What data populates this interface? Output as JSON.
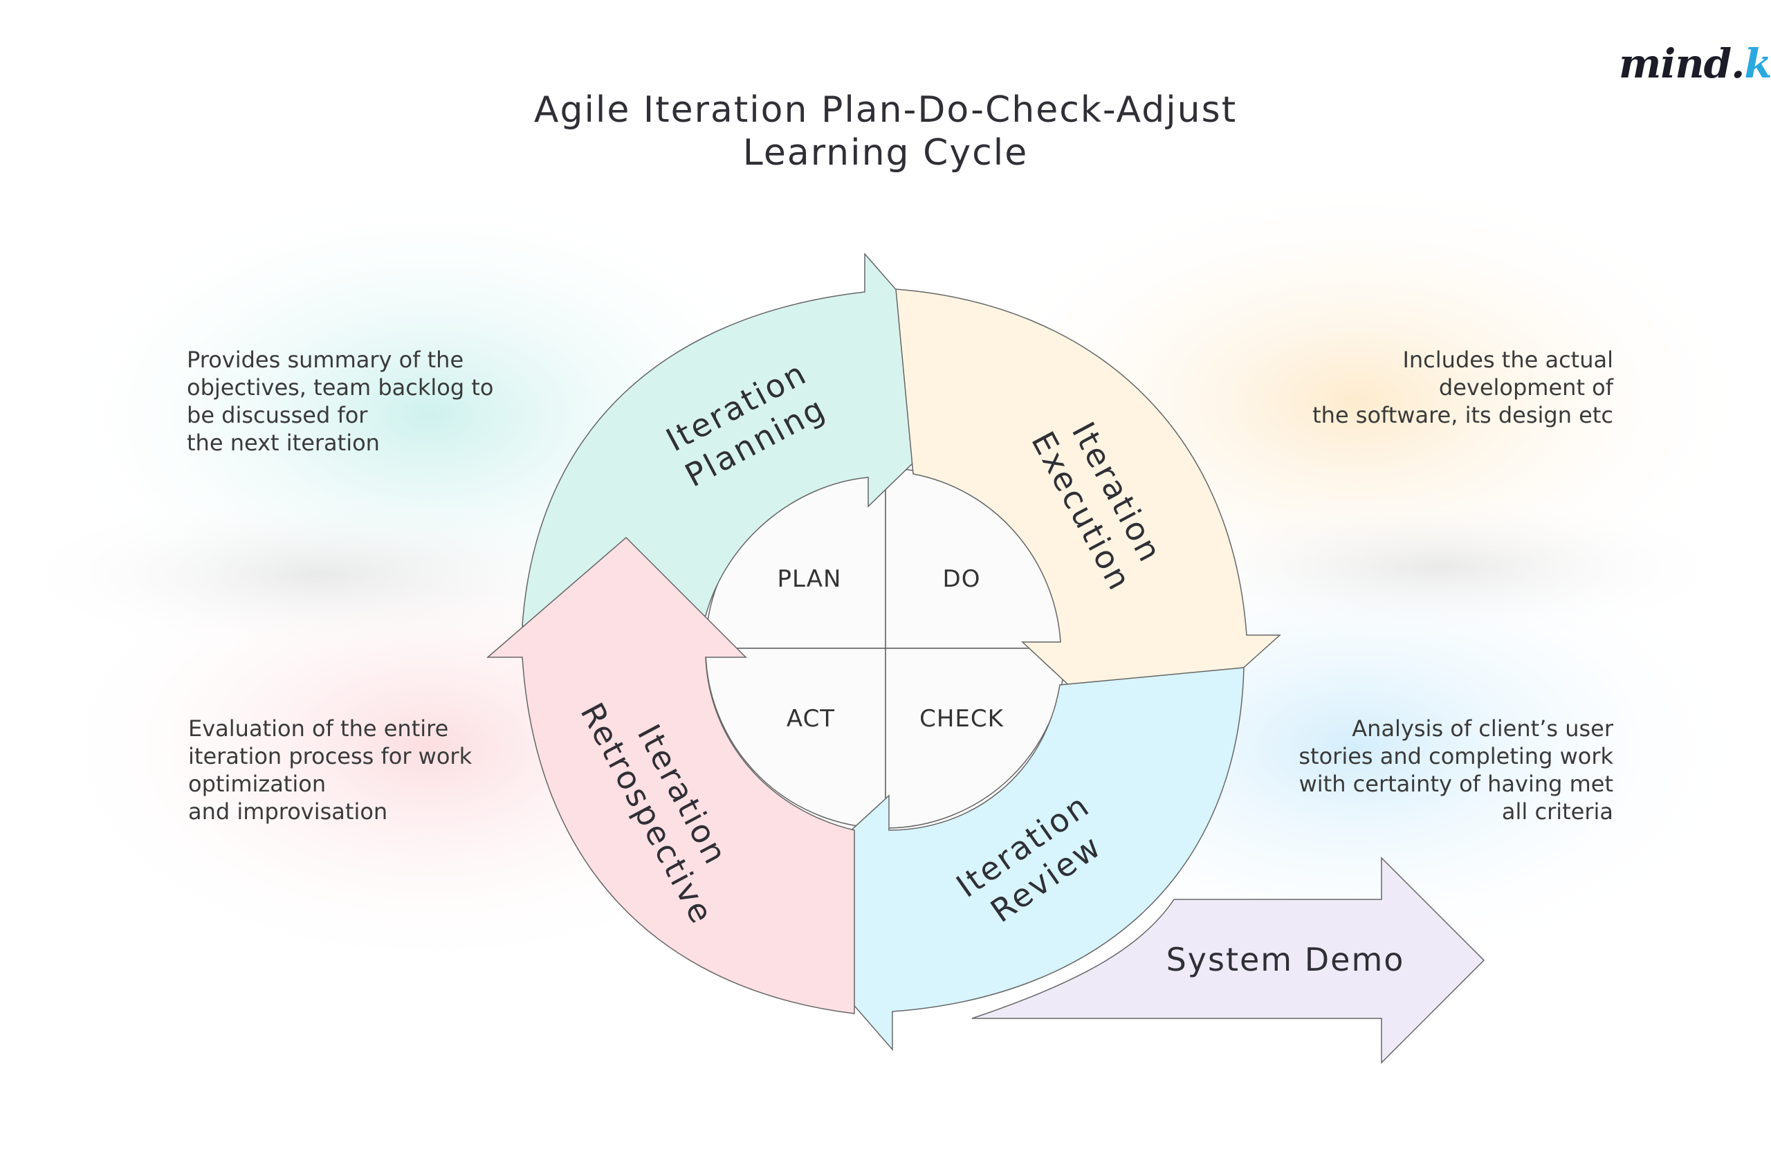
{
  "title": {
    "line1": "Agile Iteration Plan-Do-Check-Adjust",
    "line2": "Learning Cycle"
  },
  "logo": {
    "text": "mind",
    "accent": "k"
  },
  "quadrants": {
    "plan": "PLAN",
    "do": "DO",
    "act": "ACT",
    "check": "CHECK"
  },
  "arrows": {
    "planning": {
      "line1": "Iteration",
      "line2": "Planning",
      "color": "#d7f3ee"
    },
    "execution": {
      "line1": "Iteration",
      "line2": "Execution",
      "color": "#fff4e2"
    },
    "review": {
      "line1": "Iteration",
      "line2": "Review",
      "color": "#d8f4fc"
    },
    "retrospective": {
      "line1": "Iteration",
      "line2": "Retrospective",
      "color": "#fde0e3"
    },
    "demo": {
      "label": "System Demo",
      "color": "#eeeaf8"
    }
  },
  "descriptions": {
    "planning": [
      "Provides summary of the",
      "objectives, team backlog to",
      "be discussed for",
      "the next iteration"
    ],
    "execution": [
      "Includes the actual",
      "development of",
      "the software, its design etc"
    ],
    "retrospective": [
      "Evaluation of the entire",
      "iteration process for work",
      "optimization",
      "and improvisation"
    ],
    "review": [
      "Analysis of client’s user",
      "stories and completing work",
      "with certainty of having met",
      "all criteria"
    ]
  }
}
